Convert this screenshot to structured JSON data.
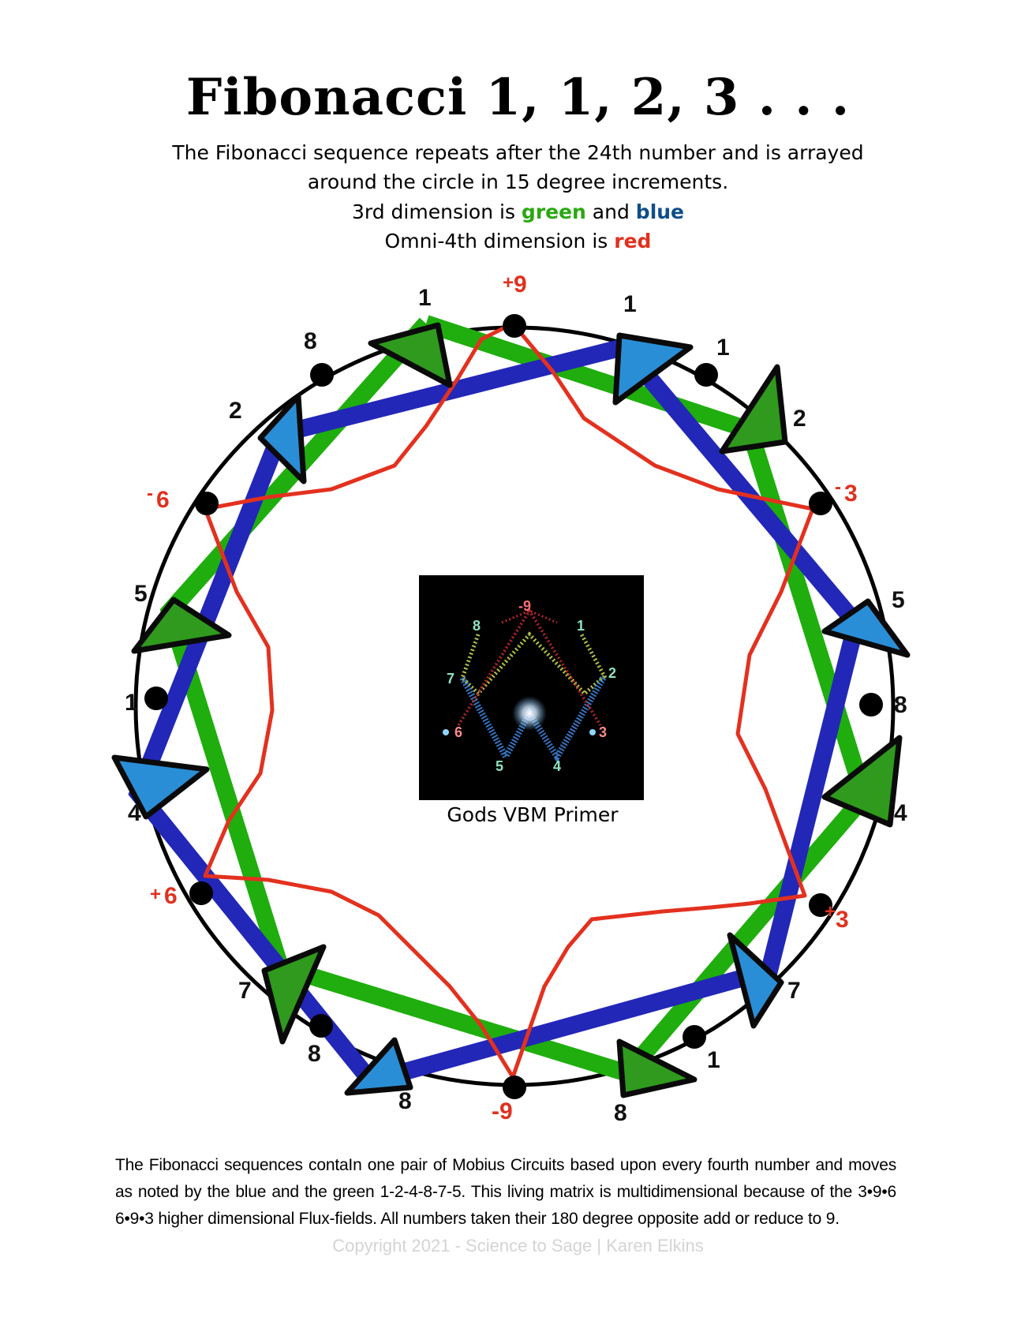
{
  "title": "Fibonacci 1, 1, 2, 3 . . .",
  "subtitle": {
    "line1": "The Fibonacci sequence repeats after the 24th number and is arrayed",
    "line2": "around the circle in 15 degree increments.",
    "line3_prefix": "3rd dimension is ",
    "line3_green": "green",
    "line3_and": " and ",
    "line3_blue": "blue",
    "line4_prefix": "Omni-4th dimension is ",
    "line4_red": "red"
  },
  "colors": {
    "green": "#1fae0e",
    "blue": "#2227b8",
    "red": "#e3311f",
    "triangle_green": "#2f9a1d",
    "triangle_blue": "#2a8ed6"
  },
  "circle_labels": {
    "top": "1",
    "top_red": "9",
    "top_red_sign": "+",
    "r1": "1",
    "r2": "1",
    "r3": "2",
    "r_red3": "3",
    "r_red3_sign": "-",
    "r4": "5",
    "r5": "8",
    "r6": "4",
    "r_red3b": "3",
    "r_red3b_sign": "+",
    "r7": "7",
    "r8": "1",
    "b1": "8",
    "b_red": "-9",
    "b2": "8",
    "b3": "8",
    "l1": "7",
    "l_red6b": "6",
    "l_red6b_sign": "+",
    "l2": "4",
    "l3": "1",
    "l4": "5",
    "l_red6": "6",
    "l_red6_sign": "-",
    "l5": "2",
    "l6": "8"
  },
  "primer": {
    "caption": "Gods VBM Primer",
    "labels": {
      "top": "-9",
      "a": "8",
      "b": "1",
      "c": "7",
      "d": "2",
      "e": "6",
      "f": "3",
      "g": "5",
      "h": "4"
    }
  },
  "bottom_text": "The Fibonacci sequences contaIn one pair of Mobius Circuits based upon every fourth number and moves as noted by the blue and the green 1-2-4-8-7-5. This living matrix is multidimensional because of the 3•9•6 6•9•3 higher dimensional Flux-fields.  All numbers taken their 180 degree opposite add or reduce to 9.",
  "copyright": "Copyright 2021 - Science to Sage | Karen Elkins"
}
